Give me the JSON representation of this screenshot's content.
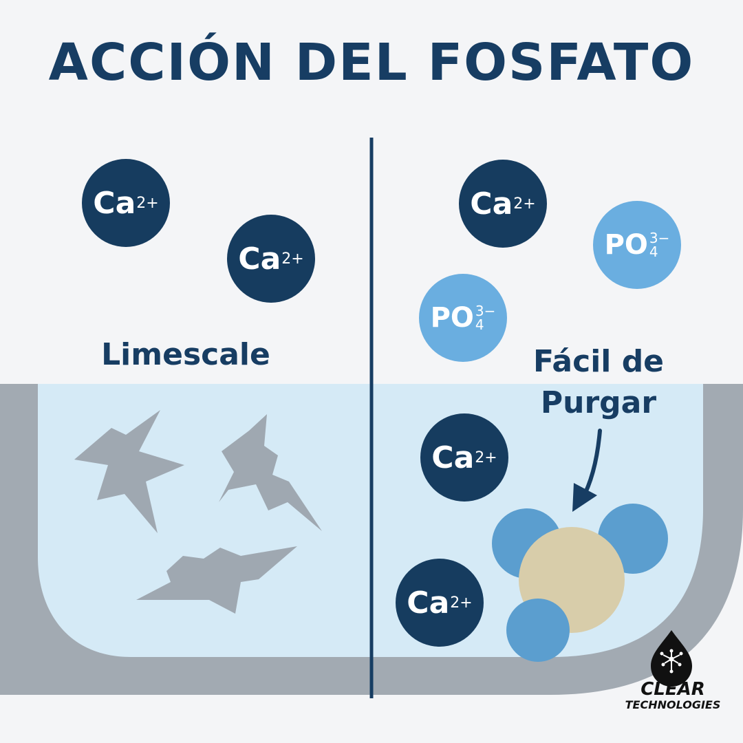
{
  "title": "ACCIÓN DEL FOSFATO",
  "ion_calcium": {
    "symbol": "Ca",
    "charge": "2+"
  },
  "ion_phosphate": {
    "symbol": "PO",
    "charge": "3−",
    "subscript": "4"
  },
  "left_label": "Limescale",
  "right_label_line1": "Fácil de",
  "right_label_line2": "Purgar",
  "brand": {
    "line1": "CLEAR",
    "line2": "TECHNOLOGIES",
    "logo_icon": "droplet-network-icon"
  },
  "colors": {
    "title": "#173d63",
    "calcium": "#163c5f",
    "phosphate": "#6aaee0",
    "water": "#d5eaf6",
    "tank_wall": "#a2aab2",
    "limescale": "#9fa8b1",
    "complex_core": "#d8cdaa",
    "complex_phosphate": "#5b9ecf"
  }
}
